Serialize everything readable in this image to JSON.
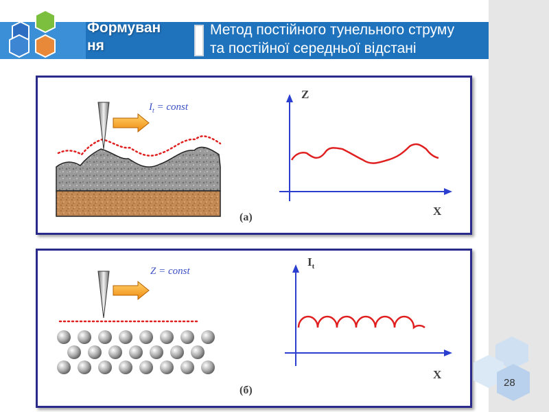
{
  "header": {
    "title_left_line1": "Формуван",
    "title_left_line2": "ня",
    "title_right_line1": "Метод постійного тунельного струму",
    "title_right_line2": "та постійної середньої відстані"
  },
  "panel_a": {
    "formula_var": "I",
    "formula_sub": "t",
    "formula_rest": " = const",
    "y_axis_label": "Z",
    "x_axis_label": "X",
    "caption": "(a)"
  },
  "panel_b": {
    "formula": "Z = const",
    "y_axis_label": "I",
    "y_axis_sub": "t",
    "x_axis_label": "X",
    "caption": "(б)"
  },
  "page_number": "28",
  "colors": {
    "header_blue": "#1f72bc",
    "panel_border": "#2a2a8a",
    "curve_red": "#e02020",
    "arrow_fill": "#f5a623",
    "axis_blue": "#2a3fd0"
  }
}
